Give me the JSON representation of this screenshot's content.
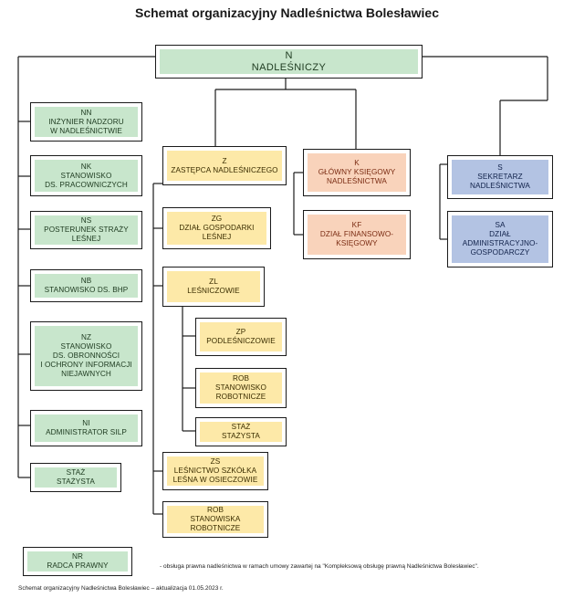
{
  "title": "Schemat organizacyjny Nadleśnictwa Bolesławiec",
  "boxes": {
    "n": {
      "code": "N",
      "label": "NADLEŚNICZY"
    },
    "nn": {
      "code": "NN",
      "label": "INŻYNIER NADZORU\nW NADLEŚNICTWIE"
    },
    "nk": {
      "code": "NK",
      "label": "STANOWISKO\nDS. PRACOWNICZYCH"
    },
    "ns": {
      "code": "NS",
      "label": "POSTERUNEK STRAŻY\nLEŚNEJ"
    },
    "nb": {
      "code": "NB",
      "label": "STANOWISKO DS. BHP"
    },
    "nz": {
      "code": "NZ",
      "label": "STANOWISKO\nDS. OBRONNOŚCI\nI OCHRONY INFORMACJI\nNIEJAWNYCH"
    },
    "ni": {
      "code": "NI",
      "label": "ADMINISTRATOR SILP"
    },
    "staz_n": {
      "code": "STAŻ",
      "label": "STAŻYSTA"
    },
    "nr": {
      "code": "NR",
      "label": "RADCA PRAWNY"
    },
    "z": {
      "code": "Z",
      "label": "ZASTĘPCA NADLEŚNICZEGO"
    },
    "zg": {
      "code": "ZG",
      "label": "DZIAŁ GOSPODARKI\nLEŚNEJ"
    },
    "zl": {
      "code": "ZL",
      "label": "LEŚNICZOWIE"
    },
    "zp": {
      "code": "ZP",
      "label": "PODLEŚNICZOWIE"
    },
    "rob1": {
      "code": "ROB",
      "label": "STANOWISKO\nROBOTNICZE"
    },
    "staz_z": {
      "code": "STAŻ",
      "label": "STAŻYSTA"
    },
    "zs": {
      "code": "ZS",
      "label": "LEŚNICTWO SZKÓŁKA\nLEŚNA W OSIECZOWIE"
    },
    "rob2": {
      "code": "ROB",
      "label": "STANOWISKA\nROBOTNICZE"
    },
    "k": {
      "code": "K",
      "label": "GŁÓWNY KSIĘGOWY\nNADLEŚNICTWA"
    },
    "kf": {
      "code": "KF",
      "label": "DZIAŁ FINANSOWO-\nKSIĘGOWY"
    },
    "s": {
      "code": "S",
      "label": "SEKRETARZ\nNADLEŚNICTWA"
    },
    "sa": {
      "code": "SA",
      "label": "DZIAŁ\nADMINISTRACYJNO-\nGOSPODARCZY"
    }
  },
  "note": "- obsługa prawna nadleśnictwa w ramach umowy zawartej na  \"Kompleksową obsługę prawną Nadleśnictwa Bolesławiec\".",
  "footer": "Schemat organizacyjny Nadleśnictwa Bolesławiec – aktualizacja 01.05.2023 r."
}
